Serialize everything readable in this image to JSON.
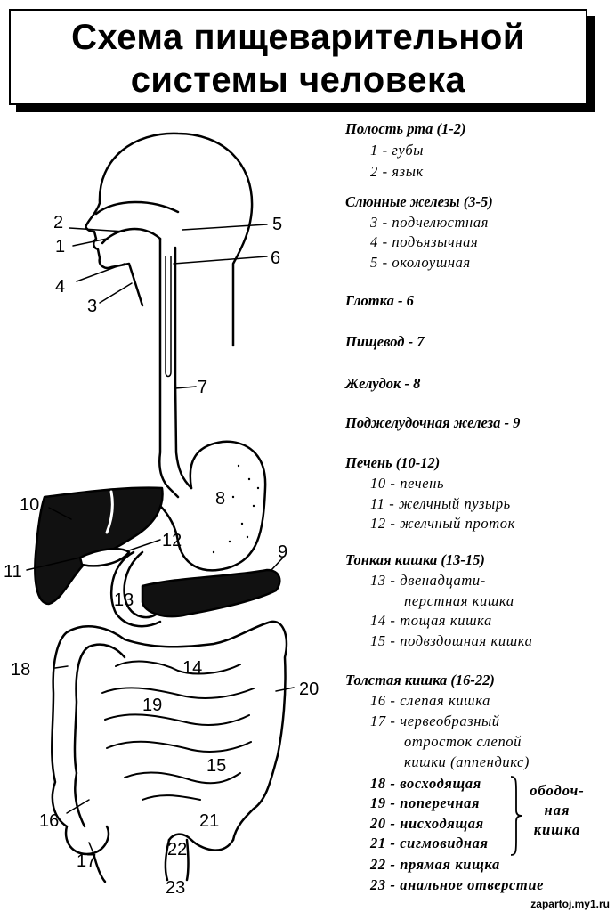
{
  "title": {
    "line1": "Схема пищеварительной",
    "line2": "системы человека"
  },
  "labels": [
    "1",
    "2",
    "3",
    "4",
    "5",
    "6",
    "7",
    "8",
    "9",
    "10",
    "11",
    "12",
    "13",
    "14",
    "15",
    "16",
    "17",
    "18",
    "19",
    "20",
    "21",
    "22",
    "23"
  ],
  "legend": {
    "mouth": {
      "heading": "Полость рта (1-2)",
      "items": [
        "1 - губы",
        "2 - язык"
      ]
    },
    "salivary": {
      "heading": "Слюнные железы (3-5)",
      "items": [
        "3 - подчелюстная",
        "4 - подъязычная",
        "5 - околоушная"
      ]
    },
    "pharynx": "Глотка - 6",
    "esophagus": "Пищевод - 7",
    "stomach": "Желудок - 8",
    "pancreas": "Поджелудочная железа - 9",
    "liver": {
      "heading": "Печень (10-12)",
      "items": [
        "10 - печень",
        "11 - желчный пузырь",
        "12 - желчный проток"
      ]
    },
    "small_intestine": {
      "heading": "Тонкая кишка (13-15)",
      "items": [
        "13 - двенадцати-",
        "перстная кишка",
        "14 - тощая кишка",
        "15 - подвздошная кишка"
      ]
    },
    "large_intestine": {
      "heading": "Толстая кишка (16-22)",
      "items": [
        "16 - слепая кишка",
        "17 - червеобразный",
        "отросток слепой",
        "кишки (аппендикс)",
        "18 - восходящая",
        "19 - поперечная",
        "20 - нисходящая",
        "21 - сигмовидная",
        "22 - прямая кищка",
        "23 - анальное отверстие"
      ],
      "colon_label": [
        "ободоч-",
        "ная",
        "кишка"
      ]
    }
  },
  "footer": "zapartoj.my1.ru"
}
